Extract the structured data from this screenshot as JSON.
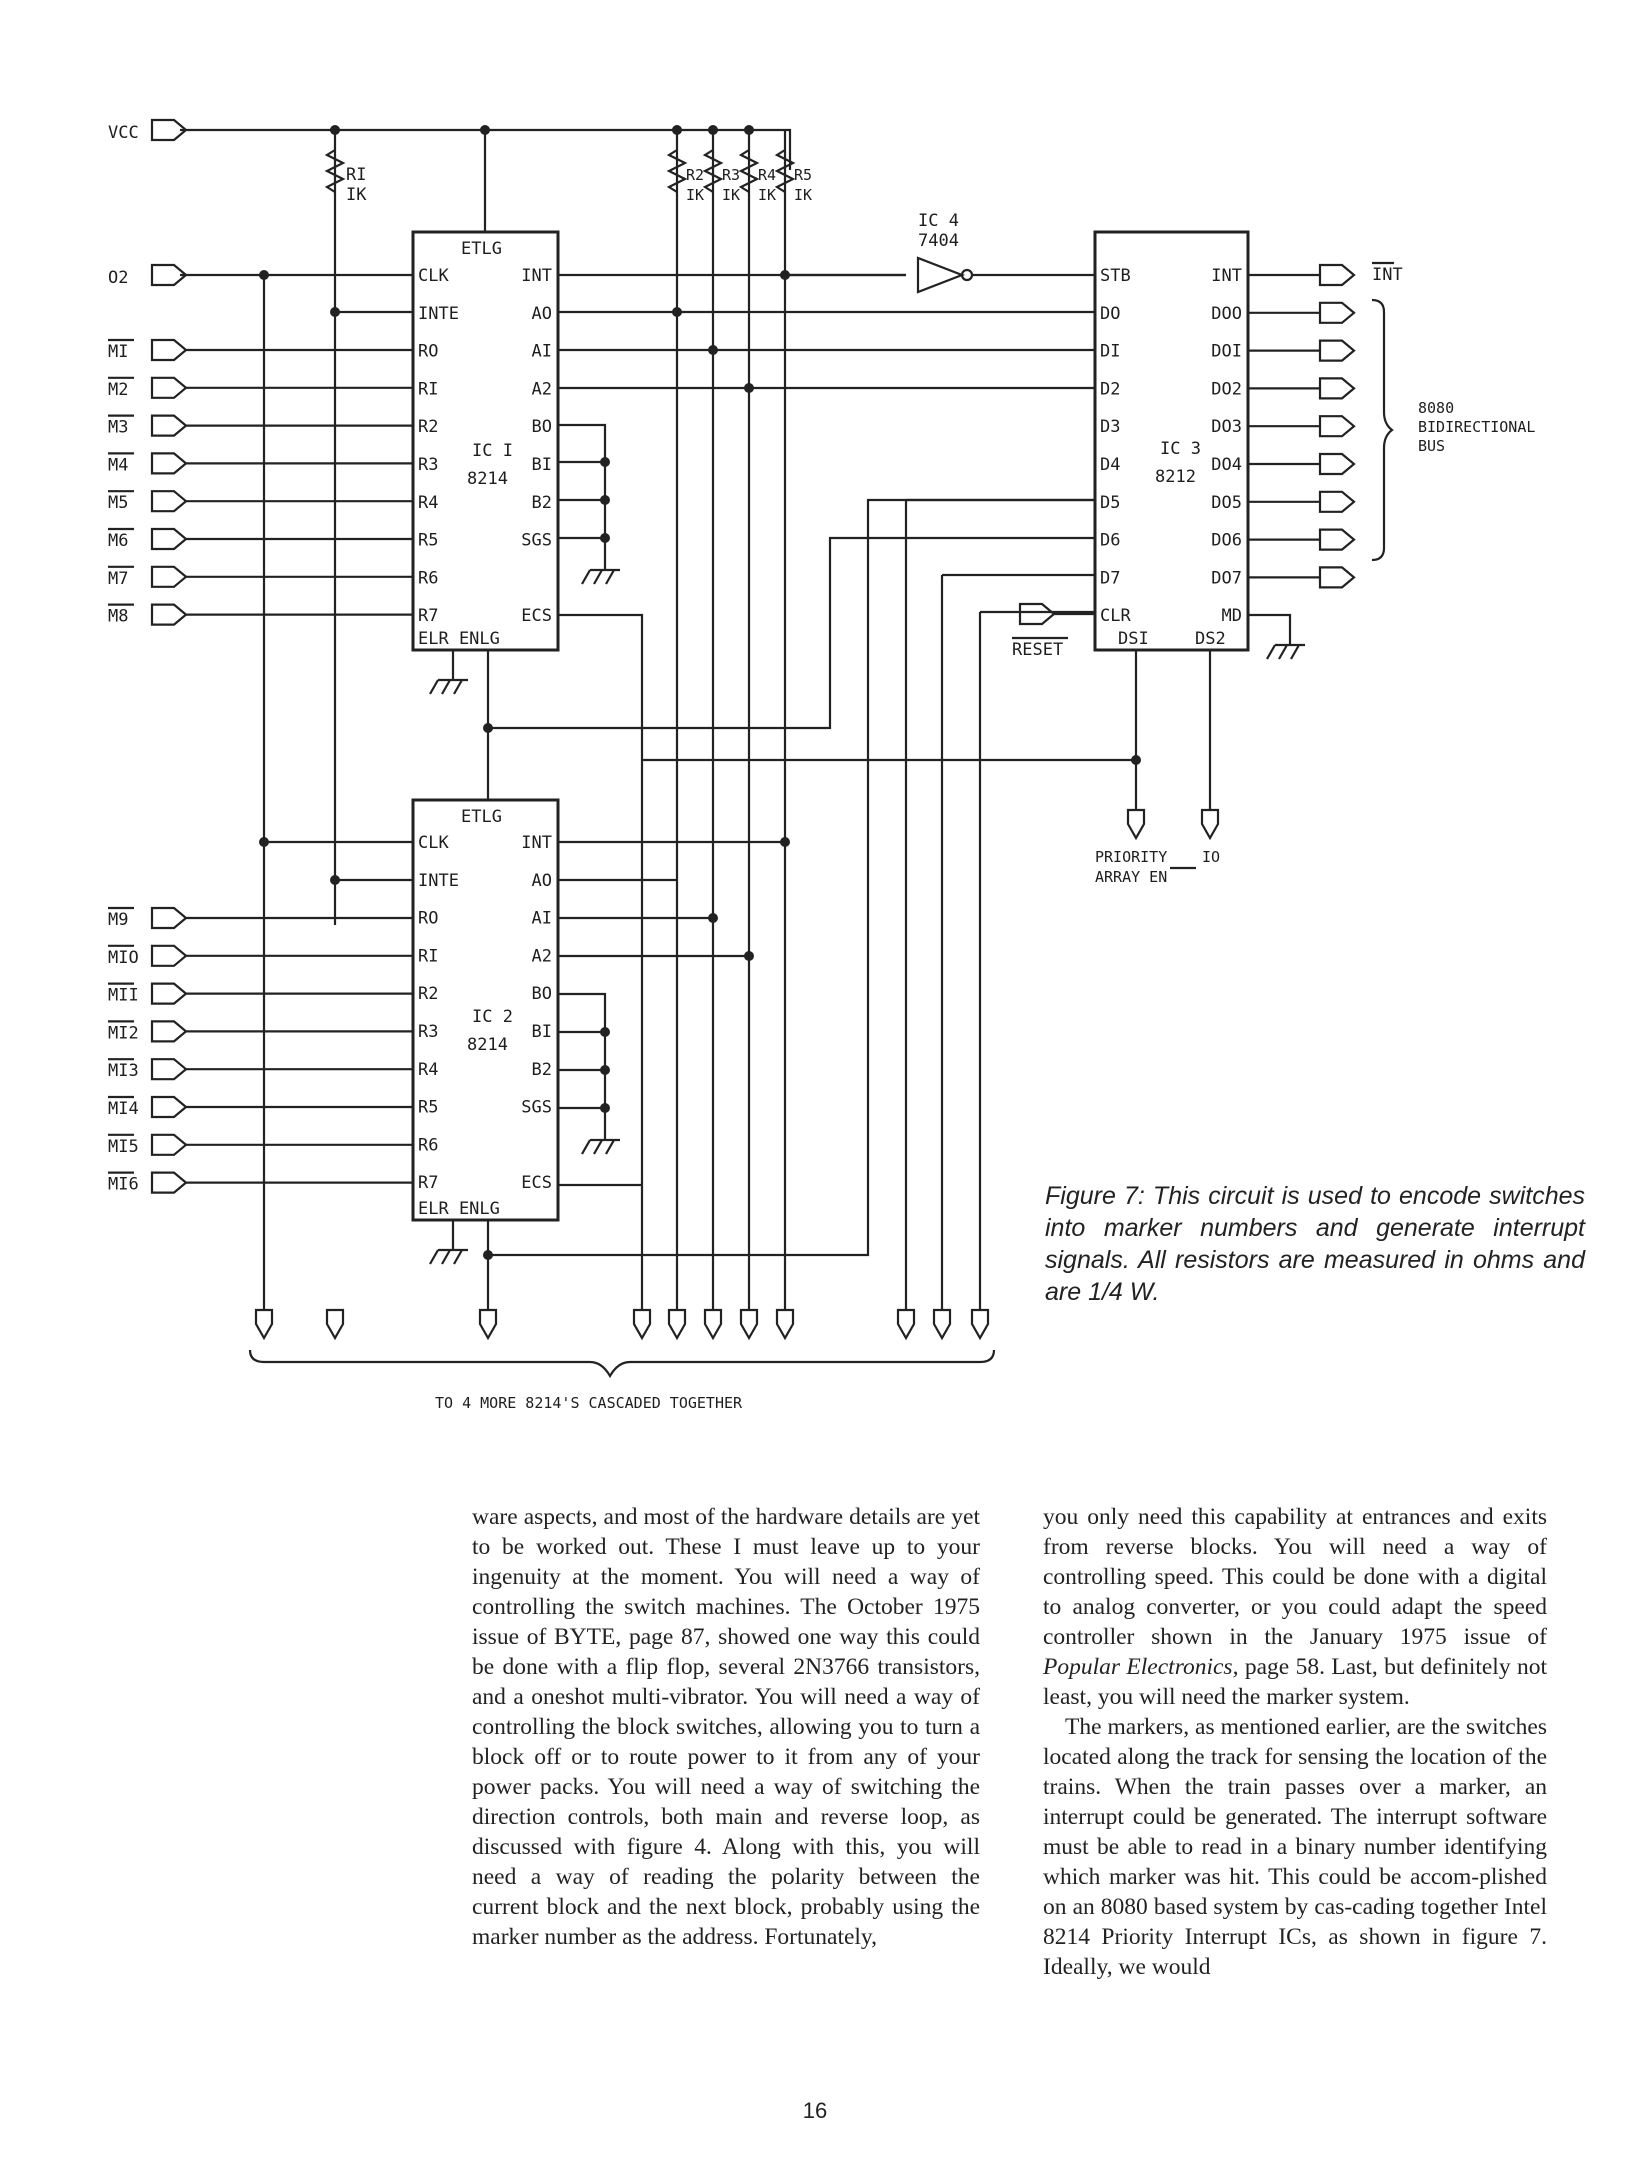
{
  "figure": {
    "vcc": "VCC",
    "o2": "O2",
    "markers_top": [
      "MI",
      "M2",
      "M3",
      "M4",
      "M5",
      "M6",
      "M7",
      "M8"
    ],
    "markers_bottom": [
      "M9",
      "MIO",
      "MII",
      "MI2",
      "MI3",
      "MI4",
      "MI5",
      "MI6"
    ],
    "resistor_r1": "RI",
    "resistor_value": "IK",
    "resistors_top": [
      "R2",
      "R3",
      "R4",
      "R5"
    ],
    "ic4": "IC 4",
    "ic4_part": "7404",
    "chip_etlg": "ETLG",
    "chip_left_pins": [
      "CLK",
      "INTE",
      "RO",
      "RI",
      "R2",
      "R3",
      "R4",
      "R5",
      "R6",
      "R7"
    ],
    "chip_right_pins": [
      "INT",
      "AO",
      "AI",
      "A2",
      "BO",
      "BI",
      "B2",
      "SGS",
      "",
      "ECS"
    ],
    "chip_bottom": "ELR ENLG",
    "ic1_name": "IC I",
    "ic1_part": "8214",
    "ic2_name": "IC 2",
    "ic2_part": "8214",
    "ic3_left_pins": [
      "STB",
      "DO",
      "DI",
      "D2",
      "D3",
      "D4",
      "D5",
      "D6",
      "D7",
      "CLR"
    ],
    "ic3_right_pins": [
      "INT",
      "DOO",
      "DOI",
      "DO2",
      "DO3",
      "DO4",
      "DO5",
      "DO6",
      "DO7",
      "MD"
    ],
    "ic3_bottom_left": "DSI",
    "ic3_bottom_right": "DS2",
    "ic3_name": "IC 3",
    "ic3_part": "8212",
    "out_int": "INT",
    "bus_label": [
      "8080",
      "BIDIRECTIONAL",
      "BUS"
    ],
    "reset": "RESET",
    "priority_label": [
      "PRIORITY",
      "ARRAY EN"
    ],
    "io_label": "IO",
    "cascade_label": "TO 4 MORE 8214'S CASCADED TOGETHER"
  },
  "caption": {
    "prefix": "Figure 7:",
    "text": "This circuit is used to encode switches into marker numbers and generate interrupt signals. All resistors are measured in ohms and are 1/4 W."
  },
  "body": {
    "col1": "ware aspects, and most of the hardware details are yet to be worked out. These I must leave up to your ingenuity at the moment. You will need a way of controlling the switch machines. The October 1975 issue of BYTE, page 87, showed one way this could be done with a flip flop, several 2N3766 transistors, and a oneshot multi-vibrator. You will need a way of controlling the block switches, allowing you to turn a block off or to route power to it from any of your power packs. You will need a way of switching the direction controls, both main and reverse loop, as discussed with figure 4. Along with this, you will need a way of reading the polarity between the current block and the next block, probably using the marker number as the address. Fortunately,",
    "col2_p1_a": "you only need this capability at entrances and exits from reverse blocks. You will need a way of controlling speed. This could be done with a digital to analog converter, or you could adapt the speed controller shown in the January 1975 issue of",
    "col2_p1_italic": "Popular Electronics,",
    "col2_p1_b": "page 58. Last, but definitely not least, you will need the marker system.",
    "col2_p2": "The markers, as mentioned earlier, are the switches located along the track for sensing the location of the trains. When the train passes over a marker, an interrupt could be generated. The interrupt software must be able to read in a binary number identifying which marker was hit. This could be accom-plished on an 8080 based system by cas-cading together Intel 8214 Priority Interrupt ICs, as shown in figure 7. Ideally, we would"
  },
  "page_number": "16"
}
